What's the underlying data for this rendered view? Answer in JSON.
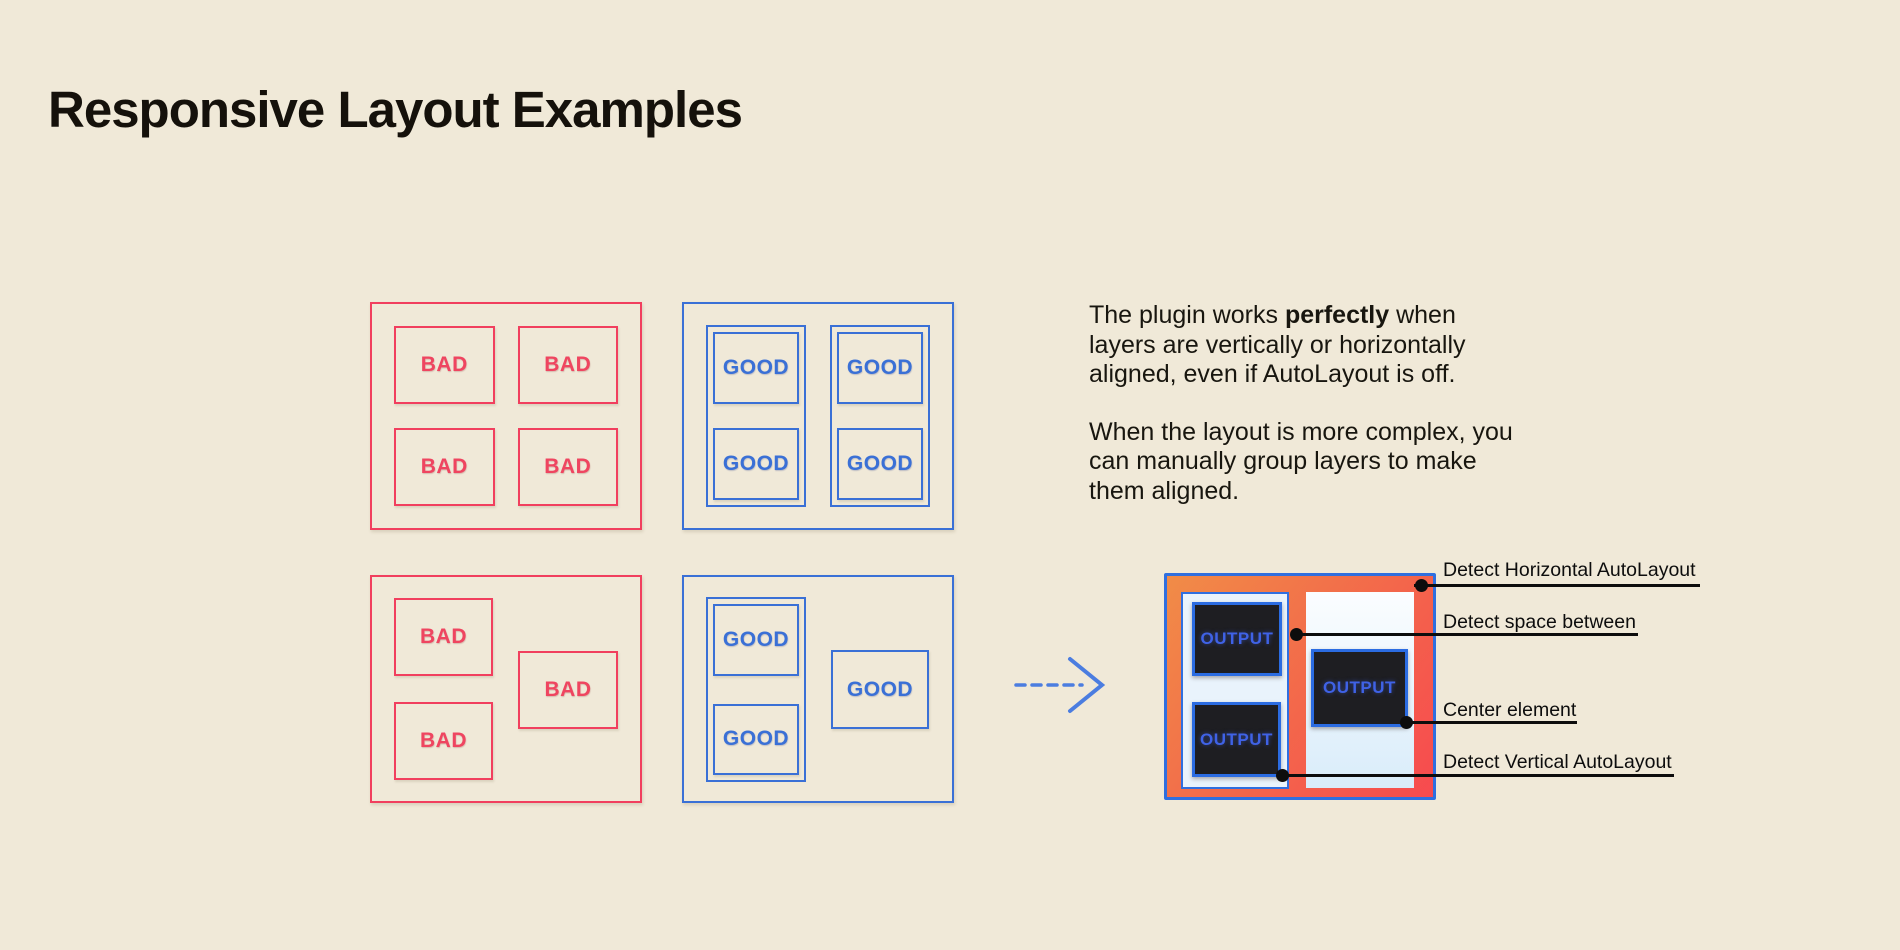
{
  "title": "Responsive Layout Examples",
  "labels": {
    "bad": "BAD",
    "good": "GOOD",
    "output": "OUTPUT"
  },
  "copy": {
    "p1_l1a": "The plugin works ",
    "p1_l1b": "perfectly",
    "p1_l1c": " when",
    "p1_l2": "layers are vertically or horizontally",
    "p1_l3": "aligned, even if AutoLayout is off.",
    "p2_l1": "When the layout is more complex, you",
    "p2_l2": "can manually group layers to make",
    "p2_l3": "them aligned."
  },
  "annotations": [
    {
      "label": "Detect Horizontal AutoLayout"
    },
    {
      "label": "Detect space between"
    },
    {
      "label": "Center element"
    },
    {
      "label": "Detect Vertical AutoLayout"
    }
  ],
  "colors": {
    "background": "#f0e9d8",
    "bad_red": "#f13f5e",
    "good_blue": "#3a70d6",
    "output_border_blue": "#2f6fe0",
    "output_gradient_start": "#f18c47",
    "output_gradient_end": "#f74a4f",
    "dark_box": "#1e1e22",
    "output_text_blue": "#3f62e6",
    "pale_blue": "#e9f3fc",
    "annotation_black": "#0d0d0d",
    "arrow_blue": "#4b7de0"
  }
}
